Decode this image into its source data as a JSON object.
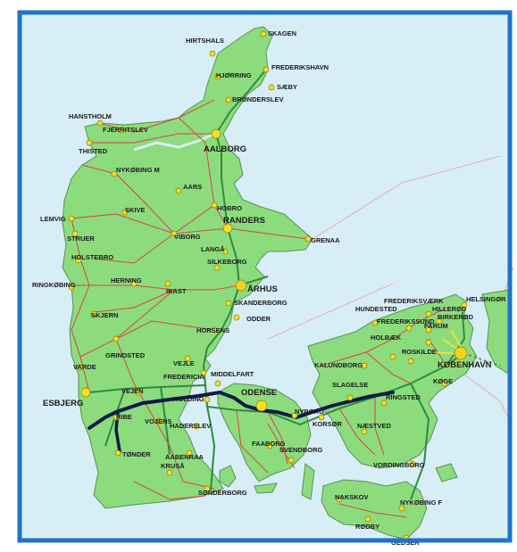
{
  "map": {
    "colors": {
      "sea": "#d7eef6",
      "land": "#8cdc7e",
      "coast": "#5a8f55",
      "frame": "#1f73c9",
      "road_main": "#2e8b3e",
      "road_secondary": "#d9443a",
      "route": "#101a4a",
      "city_dot": "#f5e020"
    },
    "towns": {
      "skagen": "SKAGEN",
      "hirtshals": "HIRTSHALS",
      "frederikshavn": "FREDERIKSHAVN",
      "hjorring": "HJØRRING",
      "saeby": "SÆBY",
      "bronderslev": "BRØNDERSLEV",
      "hanstholm": "HANSTHOLM",
      "fjerritslev": "FJERRITSLEV",
      "thisted": "THISTED",
      "aalborg": "AALBORG",
      "nykobing_m": "NYKØBING M",
      "aars": "AARS",
      "hobro": "HOBRO",
      "lemvig": "LEMVIG",
      "skive": "SKIVE",
      "struer": "STRUER",
      "randers": "RANDERS",
      "viborg": "VIBORG",
      "grenaa": "GRENAA",
      "langa": "LANGÅ",
      "holstebro": "HOLSTEBRO",
      "silkeborg": "SILKEBORG",
      "herning": "HERNING",
      "ikast": "IKAST",
      "arhus": "ÅRHUS",
      "ringkobing": "RINGKØBING",
      "skanderborg": "SKANDERBORG",
      "skjern": "SKJERN",
      "odder": "ODDER",
      "horsens": "HORSENS",
      "grindsted": "GRINDSTED",
      "vejle": "VEJLE",
      "varde": "VARDE",
      "fredericia": "FREDERICIA",
      "middelfart": "MIDDELFART",
      "esbjerg": "ESBJERG",
      "vejen": "VEJEN",
      "kolding": "KOLDING",
      "odense": "ODENSE",
      "ribe": "RIBE",
      "vojens": "VOJENS",
      "haderslev": "HADERSLEV",
      "nyborg": "NYBORG",
      "faaborg": "FAABORG",
      "svendborg": "SVENDBORG",
      "tonder": "TØNDER",
      "aabenraa": "AABENRAA",
      "krusa": "KRUSÅ",
      "sonderborg": "SØNDERBORG",
      "helsingor": "HELSINGØR",
      "frederiksvaerk": "FREDERIKSVÆRK",
      "hillerod": "HILLERØD",
      "hundested": "HUNDESTED",
      "birkerod": "BIRKERØD",
      "frederikssund": "FREDERIKSSUND",
      "farum": "FARUM",
      "holbaek": "HOLBÆK",
      "kobenhavn": "KØBENHAVN",
      "roskilde": "ROSKILDE",
      "kalundborg": "KALUNDBORG",
      "koge": "KØGE",
      "slagelse": "SLAGELSE",
      "ringsted": "RINGSTED",
      "korsor": "KORSØR",
      "naestved": "NÆSTVED",
      "vordingborg": "VORDINGBORG",
      "nakskov": "NAKSKOV",
      "nykobing_f": "NYKØBING F",
      "rodby": "RØDBY",
      "gedser": "GEDSER"
    }
  }
}
